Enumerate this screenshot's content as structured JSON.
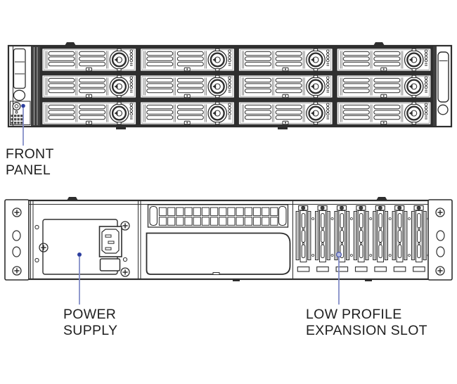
{
  "colors": {
    "background": "#ffffff",
    "line": "#2e2e2e",
    "label_text": "#1f1f1f",
    "callout_line": "#7d87c4",
    "callout_dot": "#2c3e9e"
  },
  "front_view": {
    "drive_bays": {
      "rows": 3,
      "columns": 4
    },
    "callout": {
      "line1": "FRONT",
      "line2": "PANEL"
    }
  },
  "rear_view": {
    "expansion_slots": {
      "count": 7
    },
    "callouts": {
      "power_supply": {
        "line1": "POWER",
        "line2": "SUPPLY"
      },
      "expansion_slot": {
        "line1": "LOW PROFILE",
        "line2": "EXPANSION SLOT"
      }
    }
  }
}
